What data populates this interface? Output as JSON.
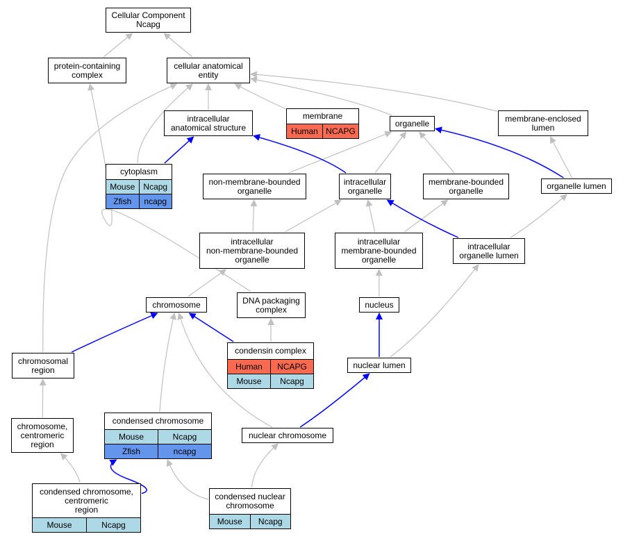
{
  "colors": {
    "edge_gray": "#c0c0c0",
    "edge_blue": "#0000ff",
    "human": "#fa6a50",
    "mouse": "#add8e6",
    "zfish": "#6495ed"
  },
  "nodes": {
    "root": {
      "lines": [
        "Cellular Component",
        "Ncapg"
      ]
    },
    "protein_containing_complex": {
      "lines": [
        "protein-containing",
        "complex"
      ]
    },
    "cellular_anatomical_entity": {
      "lines": [
        "cellular anatomical",
        "entity"
      ]
    },
    "intracellular_anatomical_structure": {
      "lines": [
        "intracellular",
        "anatomical structure"
      ]
    },
    "membrane": {
      "lines": [
        "membrane"
      ],
      "rows": [
        [
          {
            "species": "human",
            "text": "Human"
          },
          {
            "species": "human",
            "text": "NCAPG"
          }
        ]
      ]
    },
    "organelle": {
      "lines": [
        "organelle"
      ]
    },
    "membrane_enclosed_lumen": {
      "lines": [
        "membrane-enclosed",
        "lumen"
      ]
    },
    "cytoplasm": {
      "lines": [
        "cytoplasm"
      ],
      "rows": [
        [
          {
            "species": "mouse",
            "text": "Mouse"
          },
          {
            "species": "mouse",
            "text": "Ncapg"
          }
        ],
        [
          {
            "species": "zfish",
            "text": "Zfish"
          },
          {
            "species": "zfish",
            "text": "ncapg"
          }
        ]
      ]
    },
    "non_membrane_bounded_organelle": {
      "lines": [
        "non-membrane-bounded",
        "organelle"
      ]
    },
    "intracellular_organelle": {
      "lines": [
        "intracellular",
        "organelle"
      ]
    },
    "membrane_bounded_organelle": {
      "lines": [
        "membrane-bounded",
        "organelle"
      ]
    },
    "organelle_lumen": {
      "lines": [
        "organelle lumen"
      ]
    },
    "intracellular_non_membrane_bounded_organelle": {
      "lines": [
        "intracellular",
        "non-membrane-bounded",
        "organelle"
      ]
    },
    "intracellular_membrane_bounded_organelle": {
      "lines": [
        "intracellular",
        "membrane-bounded",
        "organelle"
      ]
    },
    "intracellular_organelle_lumen": {
      "lines": [
        "intracellular",
        "organelle lumen"
      ]
    },
    "chromosome": {
      "lines": [
        "chromosome"
      ]
    },
    "dna_packaging_complex": {
      "lines": [
        "DNA packaging",
        "complex"
      ]
    },
    "nucleus": {
      "lines": [
        "nucleus"
      ]
    },
    "condensin_complex": {
      "lines": [
        "condensin complex"
      ],
      "rows": [
        [
          {
            "species": "human",
            "text": "Human"
          },
          {
            "species": "human",
            "text": "NCAPG"
          }
        ],
        [
          {
            "species": "mouse",
            "text": "Mouse"
          },
          {
            "species": "mouse",
            "text": "Ncapg"
          }
        ]
      ]
    },
    "nuclear_lumen": {
      "lines": [
        "nuclear lumen"
      ]
    },
    "chromosomal_region": {
      "lines": [
        "chromosomal",
        "region"
      ]
    },
    "condensed_chromosome": {
      "lines": [
        "condensed chromosome"
      ],
      "rows": [
        [
          {
            "species": "mouse",
            "text": "Mouse"
          },
          {
            "species": "mouse",
            "text": "Ncapg"
          }
        ],
        [
          {
            "species": "zfish",
            "text": "Zfish"
          },
          {
            "species": "zfish",
            "text": "ncapg"
          }
        ]
      ]
    },
    "chromosome_centromeric_region": {
      "lines": [
        "chromosome,",
        "centromeric",
        "region"
      ]
    },
    "nuclear_chromosome": {
      "lines": [
        "nuclear chromosome"
      ]
    },
    "condensed_chromosome_centromeric_region": {
      "lines": [
        "condensed chromosome,",
        "centromeric",
        "region"
      ],
      "rows": [
        [
          {
            "species": "mouse",
            "text": "Mouse"
          },
          {
            "species": "mouse",
            "text": "Ncapg"
          }
        ]
      ]
    },
    "condensed_nuclear_chromosome": {
      "lines": [
        "condensed nuclear",
        "chromosome"
      ],
      "rows": [
        [
          {
            "species": "mouse",
            "text": "Mouse"
          },
          {
            "species": "mouse",
            "text": "Ncapg"
          }
        ]
      ]
    }
  },
  "edges": [
    {
      "from": "protein_containing_complex",
      "to": "root",
      "color": "gray"
    },
    {
      "from": "cellular_anatomical_entity",
      "to": "root",
      "color": "gray"
    },
    {
      "from": "intracellular_anatomical_structure",
      "to": "cellular_anatomical_entity",
      "color": "gray"
    },
    {
      "from": "membrane",
      "to": "cellular_anatomical_entity",
      "color": "gray"
    },
    {
      "from": "organelle",
      "to": "cellular_anatomical_entity",
      "color": "gray"
    },
    {
      "from": "membrane_enclosed_lumen",
      "to": "cellular_anatomical_entity",
      "color": "gray"
    },
    {
      "from": "cytoplasm",
      "to": "cellular_anatomical_entity",
      "color": "gray"
    },
    {
      "from": "cytoplasm",
      "to": "intracellular_anatomical_structure",
      "color": "blue"
    },
    {
      "from": "non_membrane_bounded_organelle",
      "to": "organelle",
      "color": "gray"
    },
    {
      "from": "intracellular_organelle",
      "to": "organelle",
      "color": "gray"
    },
    {
      "from": "intracellular_organelle",
      "to": "intracellular_anatomical_structure",
      "color": "blue"
    },
    {
      "from": "membrane_bounded_organelle",
      "to": "organelle",
      "color": "gray"
    },
    {
      "from": "organelle_lumen",
      "to": "organelle",
      "color": "blue"
    },
    {
      "from": "organelle_lumen",
      "to": "membrane_enclosed_lumen",
      "color": "gray"
    },
    {
      "from": "intracellular_non_membrane_bounded_organelle",
      "to": "non_membrane_bounded_organelle",
      "color": "gray"
    },
    {
      "from": "intracellular_non_membrane_bounded_organelle",
      "to": "intracellular_organelle",
      "color": "gray"
    },
    {
      "from": "intracellular_membrane_bounded_organelle",
      "to": "intracellular_organelle",
      "color": "gray"
    },
    {
      "from": "intracellular_membrane_bounded_organelle",
      "to": "membrane_bounded_organelle",
      "color": "gray"
    },
    {
      "from": "intracellular_organelle_lumen",
      "to": "intracellular_organelle",
      "color": "blue"
    },
    {
      "from": "intracellular_organelle_lumen",
      "to": "organelle_lumen",
      "color": "gray"
    },
    {
      "from": "chromosome",
      "to": "intracellular_non_membrane_bounded_organelle",
      "color": "gray"
    },
    {
      "from": "dna_packaging_complex",
      "to": "protein_containing_complex",
      "color": "gray"
    },
    {
      "from": "nucleus",
      "to": "intracellular_membrane_bounded_organelle",
      "color": "gray"
    },
    {
      "from": "condensin_complex",
      "to": "chromosome",
      "color": "blue"
    },
    {
      "from": "condensin_complex",
      "to": "dna_packaging_complex",
      "color": "gray"
    },
    {
      "from": "nuclear_lumen",
      "to": "nucleus",
      "color": "blue"
    },
    {
      "from": "nuclear_lumen",
      "to": "intracellular_organelle_lumen",
      "color": "gray"
    },
    {
      "from": "chromosomal_region",
      "to": "chromosome",
      "color": "blue"
    },
    {
      "from": "chromosomal_region",
      "to": "cellular_anatomical_entity",
      "color": "gray"
    },
    {
      "from": "condensed_chromosome",
      "to": "chromosome",
      "color": "gray"
    },
    {
      "from": "chromosome_centromeric_region",
      "to": "chromosomal_region",
      "color": "gray"
    },
    {
      "from": "nuclear_chromosome",
      "to": "chromosome",
      "color": "gray"
    },
    {
      "from": "nuclear_chromosome",
      "to": "nuclear_lumen",
      "color": "blue"
    },
    {
      "from": "condensed_chromosome_centromeric_region",
      "to": "chromosome_centromeric_region",
      "color": "gray"
    },
    {
      "from": "condensed_chromosome_centromeric_region",
      "to": "condensed_chromosome",
      "color": "blue"
    },
    {
      "from": "condensed_nuclear_chromosome",
      "to": "condensed_chromosome",
      "color": "gray"
    },
    {
      "from": "condensed_nuclear_chromosome",
      "to": "nuclear_chromosome",
      "color": "gray"
    }
  ]
}
